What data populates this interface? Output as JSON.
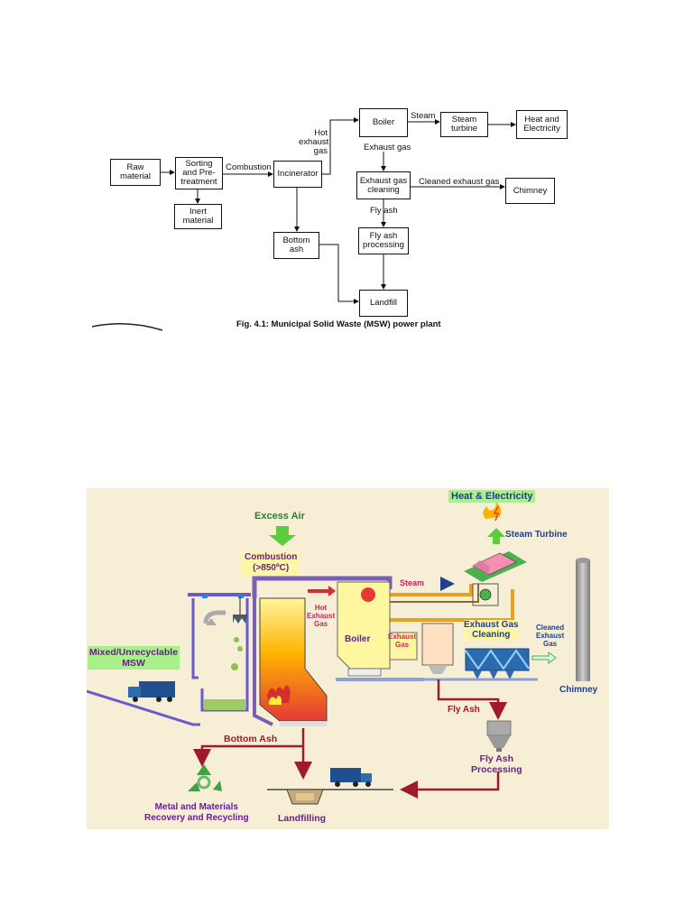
{
  "flowchart": {
    "boxes": {
      "raw_material": "Raw\nmaterial",
      "sorting": "Sorting\nand Pre-\ntreatment",
      "inert_material": "Inert\nmaterial",
      "incinerator": "Incinerator",
      "bottom_ash": "Bottom\nash",
      "boiler": "Boiler",
      "steam_turbine": "Steam\nturbine",
      "heat_electricity": "Heat and\nElectricity",
      "exhaust_gas_cleaning": "Exhaust gas\ncleaning",
      "chimney": "Chimney",
      "fly_ash_processing": "Fly ash\nprocessing",
      "landfill": "Landfill"
    },
    "labels": {
      "combustion": "Combustion",
      "hot_exhaust_gas": "Hot\nexhaust\ngas",
      "steam": "Steam",
      "exhaust_gas": "Exhaust gas",
      "cleaned_exhaust_gas": "Cleaned exhaust gas",
      "fly_ash": "Fly ash"
    },
    "caption": "Fig. 4.1: Municipal Solid Waste (MSW) power plant"
  },
  "plant": {
    "heat_electricity": "Heat & Electricity",
    "excess_air": "Excess Air",
    "combustion": "Combustion\n(>850ºC)",
    "steam_turbine": "Steam Turbine",
    "steam": "Steam",
    "hot_exhaust_gas": "Hot\nExhaust\nGas",
    "boiler": "Boiler",
    "exhaust_gas": "Exhaust\nGas",
    "exhaust_gas_cleaning": "Exhaust Gas\nCleaning",
    "cleaned_exhaust_gas": "Cleaned\nExhaust\nGas",
    "chimney": "Chimney",
    "mixed_msw": "Mixed/Unrecyclable\nMSW",
    "fly_ash": "Fly Ash",
    "fly_ash_processing": "Fly Ash\nProcessing",
    "bottom_ash": "Bottom  Ash",
    "metal_recovery": "Metal and Materials\nRecovery and Recycling",
    "landfilling": "Landfilling"
  },
  "colors": {
    "background_panel": "#f7eed6",
    "label_purple": "#6a1e8f",
    "label_blue": "#1f3f8f",
    "label_green": "#2e7d32",
    "highlight_green": "#a8f08a",
    "highlight_yellow": "#fff6a8",
    "flow_red": "#a01a2a",
    "boiler_yellow": "#fff7a0",
    "furnace_orange": "#f57c00"
  }
}
